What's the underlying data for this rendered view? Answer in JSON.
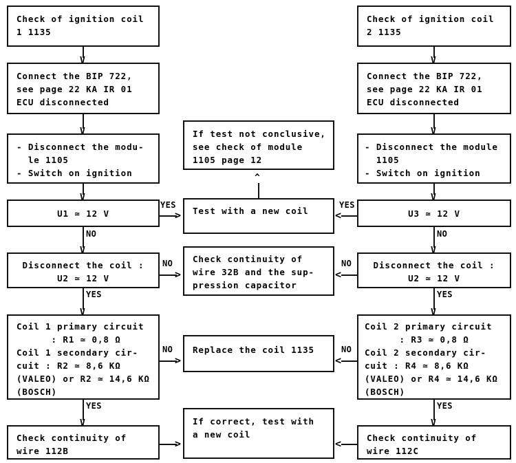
{
  "diagram": {
    "title": "Ignition coil check flowchart",
    "columns": [
      "coil-1",
      "shared-actions",
      "coil-2"
    ],
    "nodes": {
      "l1": {
        "text": "Check of ignition coil\n1 1135"
      },
      "l2": {
        "text": "Connect the BIP 722,\nsee page 22 KA IR 01\nECU disconnected"
      },
      "l3": {
        "text": "- Disconnect the modu-\n  le 1105\n- Switch on ignition"
      },
      "l4": {
        "text": "U1 ≃ 12 V"
      },
      "l5": {
        "text": "Disconnect the coil :\nU2 ≃ 12 V"
      },
      "l6": {
        "text": "Coil 1 primary circuit\n      : R1 ≃ 0,8 Ω\nCoil 1 secondary cir-\ncuit : R2 ≃ 8,6 KΩ\n(VALEO) or R2 ≃ 14,6 KΩ\n(BOSCH)"
      },
      "l7": {
        "text": "Check continuity of\nwire 112B"
      },
      "m1": {
        "text": "If test not conclusive,\nsee check of module\n1105 page 12"
      },
      "m2": {
        "text": "Test with a new coil"
      },
      "m3": {
        "text": "Check continuity of\nwire 32B and the sup-\npression capacitor"
      },
      "m4": {
        "text": "Replace the coil 1135"
      },
      "m5": {
        "text": "If correct, test with\na new coil"
      },
      "r1": {
        "text": "Check of ignition coil\n2 1135"
      },
      "r2": {
        "text": "Connect the BIP 722,\nsee page 22 KA IR 01\nECU disconnected"
      },
      "r3": {
        "text": "- Disconnect the module\n  1105\n- Switch on ignition"
      },
      "r4": {
        "text": "U3 ≃ 12 V"
      },
      "r5": {
        "text": "Disconnect the coil :\nU2 ≃ 12 V"
      },
      "r6": {
        "text": "Coil 2 primary circuit\n      : R3 ≃ 0,8 Ω\nCoil 2 secondary cir-\ncuit : R4 ≃ 8,6 KΩ\n(VALEO) or R4 ≃ 14,6 KΩ\n(BOSCH)"
      },
      "r7": {
        "text": "Check continuity of\nwire 112C"
      }
    },
    "edge_labels": {
      "l4_yes": "YES",
      "l4_no": "NO",
      "l5_no": "NO",
      "l5_yes": "YES",
      "l6_no": "NO",
      "l6_yes": "YES",
      "r4_yes": "YES",
      "r4_no": "NO",
      "r5_no": "NO",
      "r5_yes": "YES",
      "r6_no": "NO",
      "r6_yes": "YES"
    },
    "glyphs": {
      "chevron_down": "V",
      "chevron_up": "^",
      "arrow_right": ">",
      "arrow_left": "<"
    }
  }
}
